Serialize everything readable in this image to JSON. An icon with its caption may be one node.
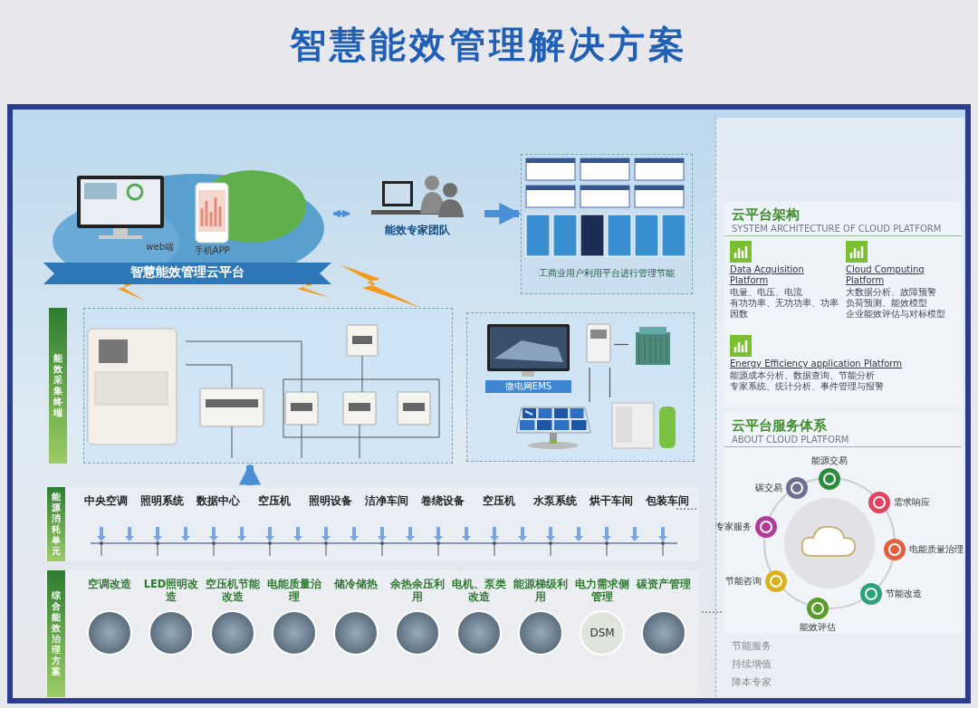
{
  "diagram": {
    "title": "智慧能效管理解决方案",
    "nodes": [
      {
        "text": [
          "智慧能效管理云平台"
        ]
      },
      {
        "text": [
          "web端"
        ],
        "in": 0
      },
      {
        "text": [
          "手机APP"
        ],
        "in": 0
      },
      {
        "text": [
          "能效专家团队"
        ]
      },
      {
        "text": [
          "工商业用户利用平台进行管理节能"
        ]
      },
      {
        "text": [
          "能效采集终端"
        ]
      },
      {
        "text": [],
        "shape": "box"
      },
      {
        "text": [
          "微电网EMS"
        ],
        "in": 6
      },
      {
        "text": [],
        "shape": "picture",
        "in": 6
      },
      {
        "text": [],
        "shape": "picture",
        "in": 6
      },
      {
        "text": [],
        "shape": "picture",
        "in": 6
      },
      {
        "text": [],
        "shape": "picture",
        "in": 6
      },
      {
        "text": [
          "能源消耗单元"
        ]
      },
      {
        "text": [
          "中央空调"
        ],
        "in": 12
      },
      {
        "text": [
          "照明系统"
        ],
        "in": 12
      },
      {
        "text": [
          "数据中心"
        ],
        "in": 12
      },
      {
        "text": [
          "空压机"
        ],
        "in": 12
      },
      {
        "text": [
          "照明设备"
        ],
        "in": 12
      },
      {
        "text": [
          "洁净车间"
        ],
        "in": 12
      },
      {
        "text": [
          "卷绕设备"
        ],
        "in": 12
      },
      {
        "text": [
          "空压机"
        ],
        "in": 12
      },
      {
        "text": [
          "水泵系统"
        ],
        "in": 12
      },
      {
        "text": [
          "烘干车间"
        ],
        "in": 12
      },
      {
        "text": [
          "包装车间"
        ],
        "in": 12
      },
      {
        "text": [
          "综合能效治理方案"
        ]
      },
      {
        "text": [
          "空调改造"
        ],
        "in": 24
      },
      {
        "text": [
          "LED照明改造"
        ],
        "in": 24
      },
      {
        "text": [
          "空压机节能改造"
        ],
        "in": 24
      },
      {
        "text": [
          "电能质量治理"
        ],
        "in": 24
      },
      {
        "text": [
          "储冷储热"
        ],
        "in": 24
      },
      {
        "text": [
          "余热余压利用"
        ],
        "in": 24
      },
      {
        "text": [
          "电机、泵类改造"
        ],
        "in": 24
      },
      {
        "text": [
          "能源梯级利用"
        ],
        "in": 24
      },
      {
        "text": [
          "电力需求侧管理",
          "DSM"
        ],
        "in": 24
      },
      {
        "text": [
          "碳资产管理"
        ],
        "in": 24
      },
      {
        "text": [
          "云平台架构",
          "SYSTEM ARCHITECTURE OF CLOUD PLATFORM"
        ]
      },
      {
        "text": [
          "Data Acquisition Platform",
          "电量、电压、电流",
          "有功功率、无功功率、功率因数"
        ],
        "in": 35
      },
      {
        "text": [
          "Cloud Computing Platform",
          "大数据分析、故障预警",
          "负荷预测、能效模型",
          "企业能效评估与对标模型"
        ],
        "in": 35
      },
      {
        "text": [
          "Energy Efficiency application Platform",
          "能源成本分析、数据查询、节能分析",
          "专家系统、统计分析、事件管理与报警"
        ],
        "in": 35
      },
      {
        "text": [
          "云平台服务体系",
          "ABOUT CLOUD PLATFORM"
        ]
      },
      {
        "text": [
          "能源交易"
        ],
        "in": 39
      },
      {
        "text": [
          "需求响应"
        ],
        "in": 39
      },
      {
        "text": [
          "电能质量治理"
        ],
        "in": 39
      },
      {
        "text": [
          "节能改造"
        ],
        "in": 39
      },
      {
        "text": [
          "能效评估"
        ],
        "in": 39
      },
      {
        "text": [
          "节能咨询"
        ],
        "in": 39
      },
      {
        "text": [
          "专家服务"
        ],
        "in": 39
      },
      {
        "text": [
          "碳交易"
        ],
        "in": 39
      }
    ],
    "edges": [
      {
        "from": 0,
        "to": 3,
        "arrow": "both",
        "style": "thick"
      },
      {
        "from": 3,
        "to": 4,
        "arrow": "to",
        "style": "thick"
      },
      {
        "from": 8,
        "to": 9,
        "arrow": "none",
        "color": "#555555"
      },
      {
        "from": 8,
        "to": 10,
        "arrow": "none",
        "color": "#555555"
      },
      {
        "from": 8,
        "to": 11,
        "arrow": "none",
        "color": "#555555"
      },
      {
        "from": 12,
        "to": 5,
        "arrow": "to",
        "style": "thick"
      }
    ],
    "labels": [
      "……",
      "……",
      "节能服务",
      "持续增值",
      "降本专家"
    ]
  }
}
